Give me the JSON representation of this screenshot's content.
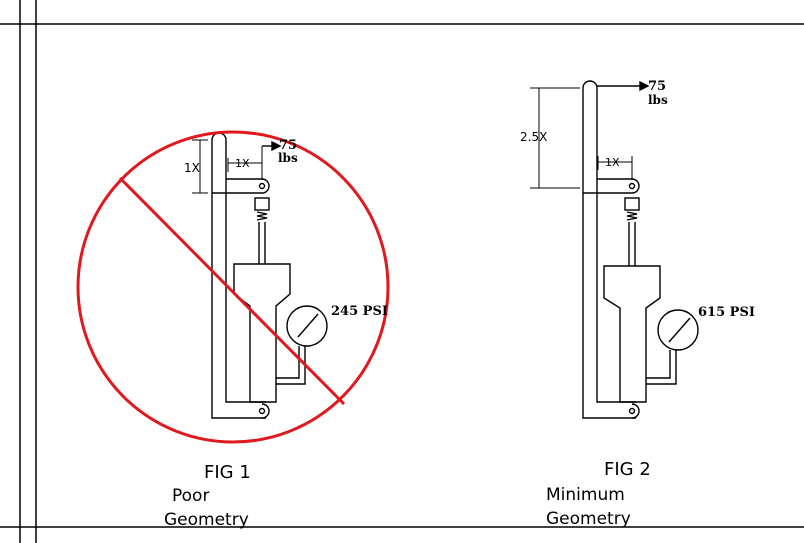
{
  "colors": {
    "line": "#000000",
    "prohibition": "#e0191e",
    "background": "#ffffff"
  },
  "fig1": {
    "force_value": "75",
    "force_unit": "lbs",
    "dim_vertical": "1X",
    "dim_horizontal": "1X",
    "pressure": "245 PSI",
    "title": "FIG 1",
    "caption_line1": "Poor",
    "caption_line2": "Geometry",
    "prohibited": true
  },
  "fig2": {
    "force_value": "75",
    "force_unit": "lbs",
    "dim_vertical": "2.5X",
    "dim_horizontal": "1X",
    "pressure": "615 PSI",
    "title": "FIG 2",
    "caption_line1": "Minimum",
    "caption_line2": "Geometry"
  }
}
